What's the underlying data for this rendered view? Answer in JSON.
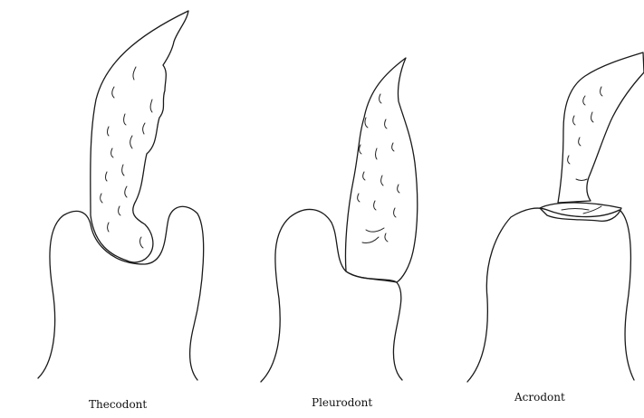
{
  "labels": {
    "thecodont": "Thecodont",
    "pleurodont": "Pleurodont",
    "acrodont": "Acrodont"
  },
  "colors": {
    "ink": "#1a1a1a",
    "background": "#ffffff"
  }
}
